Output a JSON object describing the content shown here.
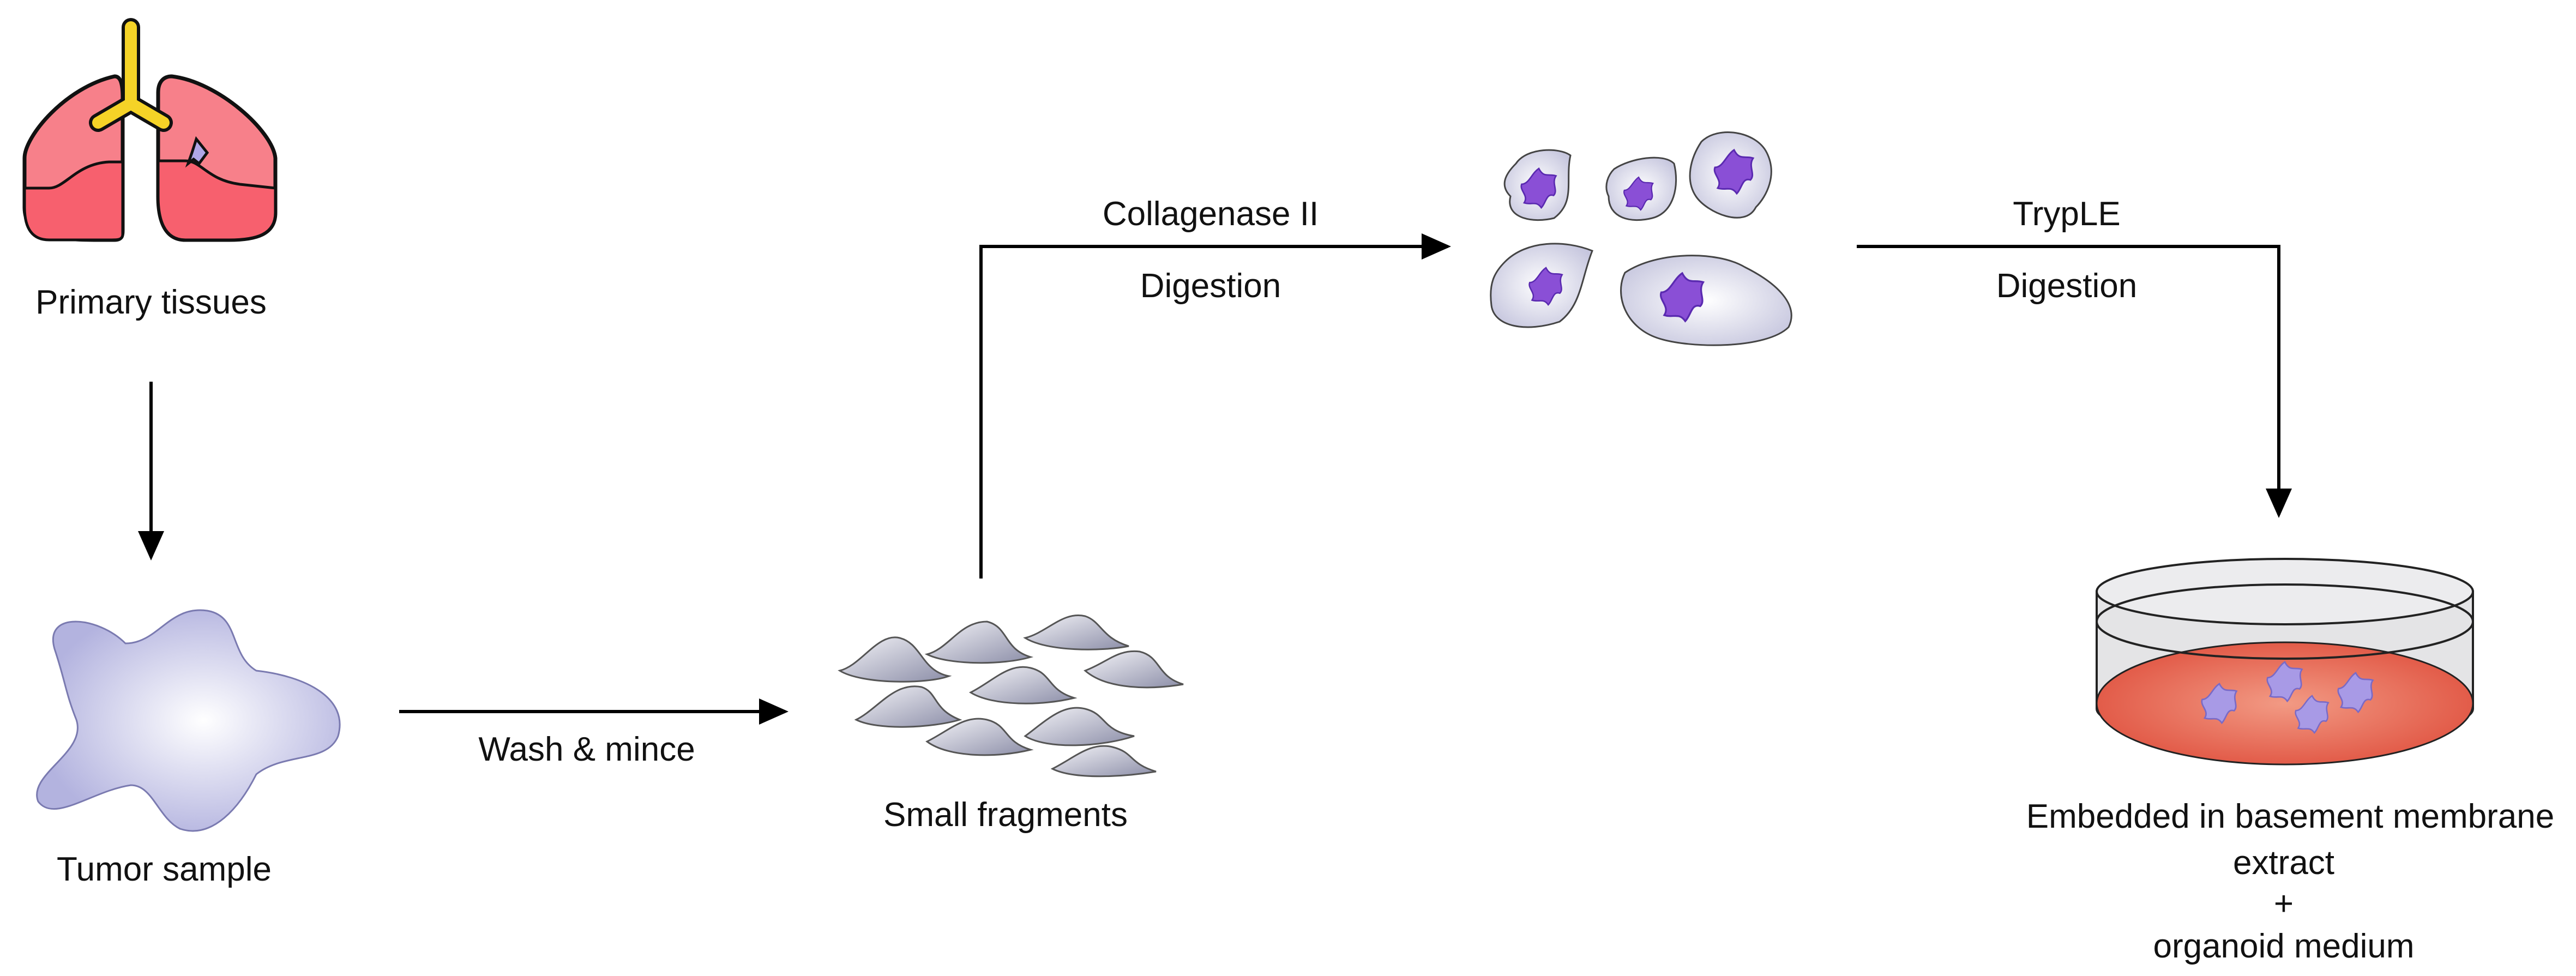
{
  "steps": {
    "primary": {
      "label": "Primary tissues",
      "icon": "lungs-icon"
    },
    "tumor": {
      "label": "Tumor sample",
      "icon": "tumor-blob-icon"
    },
    "fragments": {
      "label": "Small fragments",
      "icon": "tissue-fragments-icon"
    },
    "cells": {
      "icon": "dissociated-cells-icon"
    },
    "dish": {
      "lines": [
        "Embedded in basement membrane",
        "extract",
        "+",
        "organoid medium"
      ],
      "icon": "culture-dish-icon"
    }
  },
  "arrows": {
    "wash": {
      "label": "Wash & mince"
    },
    "collagenase": {
      "top": "Collagenase II",
      "bottom": "Digestion"
    },
    "tryple": {
      "top": "TrypLE",
      "bottom": "Digestion"
    }
  },
  "colors": {
    "lung": "#f7707a",
    "trachea": "#f5d327",
    "tumor": "#b9b9e0",
    "nucleus": "#8a4fd6",
    "medium": "#e25a48"
  }
}
